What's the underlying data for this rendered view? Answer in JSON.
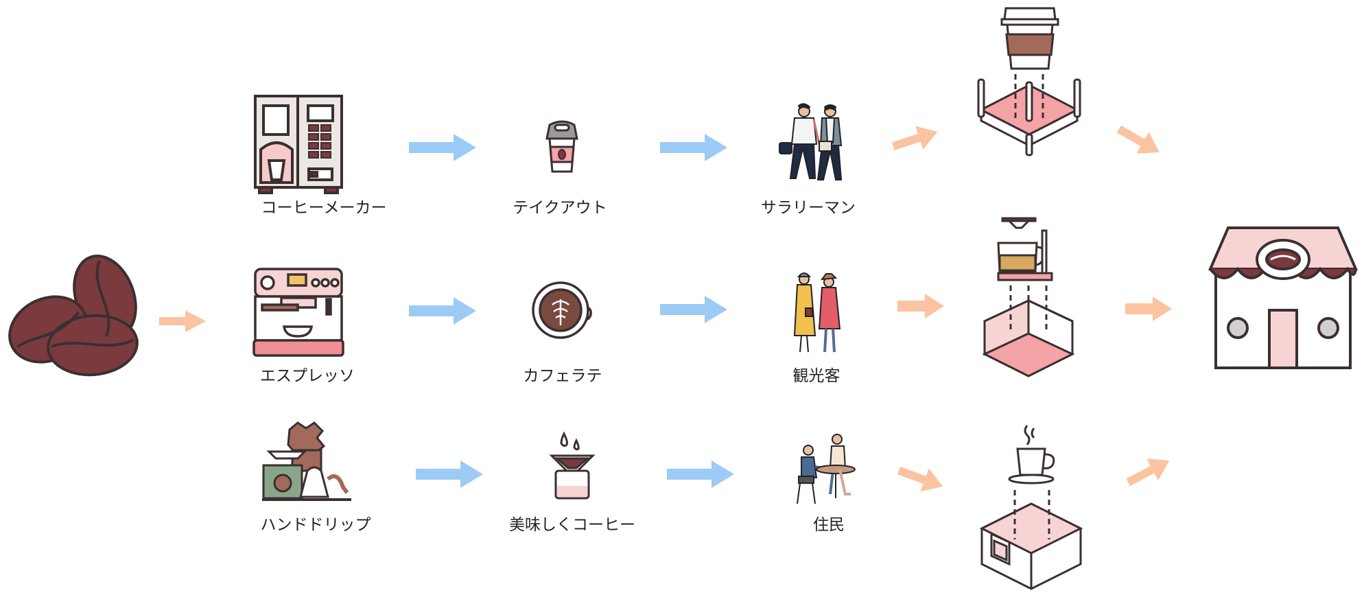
{
  "rows": [
    {
      "machine": "コーヒーメーカー",
      "product": "テイクアウト",
      "customer": "サラリーマン"
    },
    {
      "machine": "エスプレッソ",
      "product": "カフェラテ",
      "customer": "観光客"
    },
    {
      "machine": "ハンドドリップ",
      "product": "美味しくコーヒー",
      "customer": "住民"
    }
  ],
  "colors": {
    "outline": "#3b2f30",
    "bean": "#7a3a3e",
    "pink": "#f4a3a6",
    "light_pink": "#f7d4d4",
    "blue_arrow": "#9ccbf5",
    "orange_arrow": "#fbc3a0",
    "cup_brown": "#a16a5b"
  },
  "icons": {
    "source": "coffee-beans-icon",
    "store": "coffee-shop-icon"
  }
}
